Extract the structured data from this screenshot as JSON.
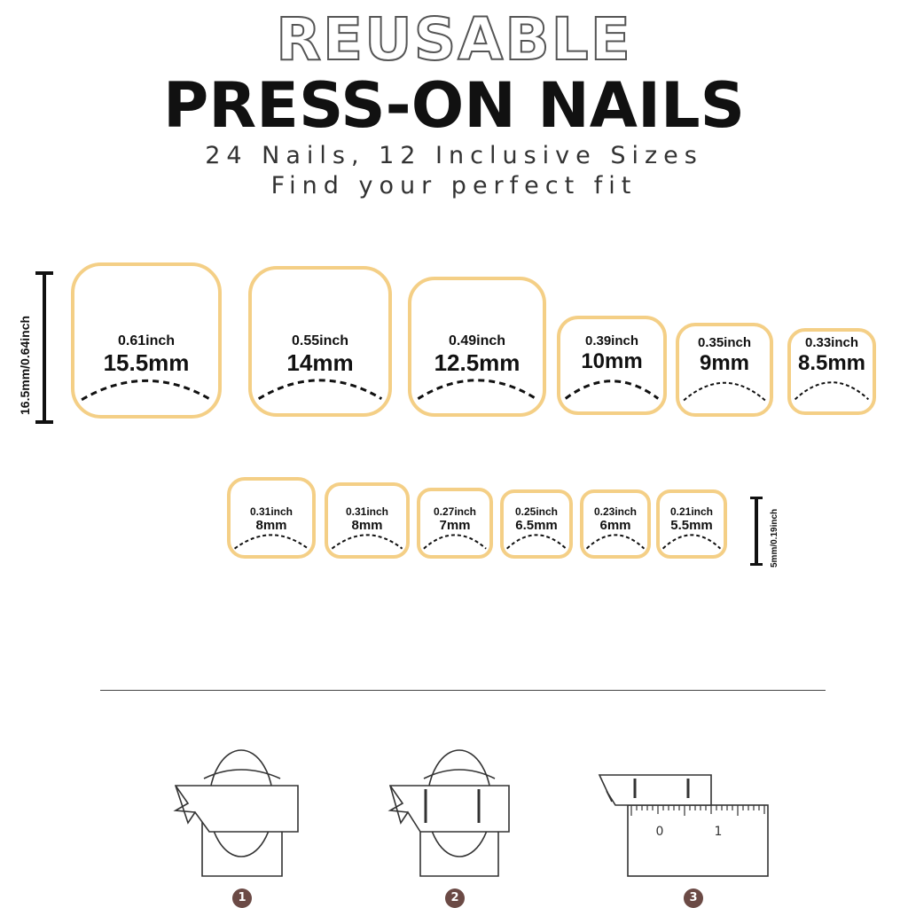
{
  "header": {
    "title_outline": "REUSABLE",
    "title_main": "PRESS-ON NAILS",
    "subtitle_line1": "24 Nails, 12 Inclusive Sizes",
    "subtitle_line2": "Find your perfect fit"
  },
  "big_measure_label": "16.5mm/0.64inch",
  "small_measure_label": "5mm/0.19inch",
  "nail_color": "#f4cf86",
  "nails_row1": [
    {
      "inch": "0.61inch",
      "mm": "15.5mm"
    },
    {
      "inch": "0.55inch",
      "mm": "14mm"
    },
    {
      "inch": "0.49inch",
      "mm": "12.5mm"
    },
    {
      "inch": "0.39inch",
      "mm": "10mm"
    },
    {
      "inch": "0.35inch",
      "mm": "9mm"
    },
    {
      "inch": "0.33inch",
      "mm": "8.5mm"
    }
  ],
  "nails_row2": [
    {
      "inch": "0.31inch",
      "mm": "8mm"
    },
    {
      "inch": "0.31inch",
      "mm": "8mm"
    },
    {
      "inch": "0.27inch",
      "mm": "7mm"
    },
    {
      "inch": "0.25inch",
      "mm": "6.5mm"
    },
    {
      "inch": "0.23inch",
      "mm": "6mm"
    },
    {
      "inch": "0.21inch",
      "mm": "5.5mm"
    }
  ],
  "ruler_labels": [
    "0",
    "1"
  ],
  "steps": [
    "1",
    "2",
    "3"
  ],
  "step_badge_color": "#6b4a45"
}
